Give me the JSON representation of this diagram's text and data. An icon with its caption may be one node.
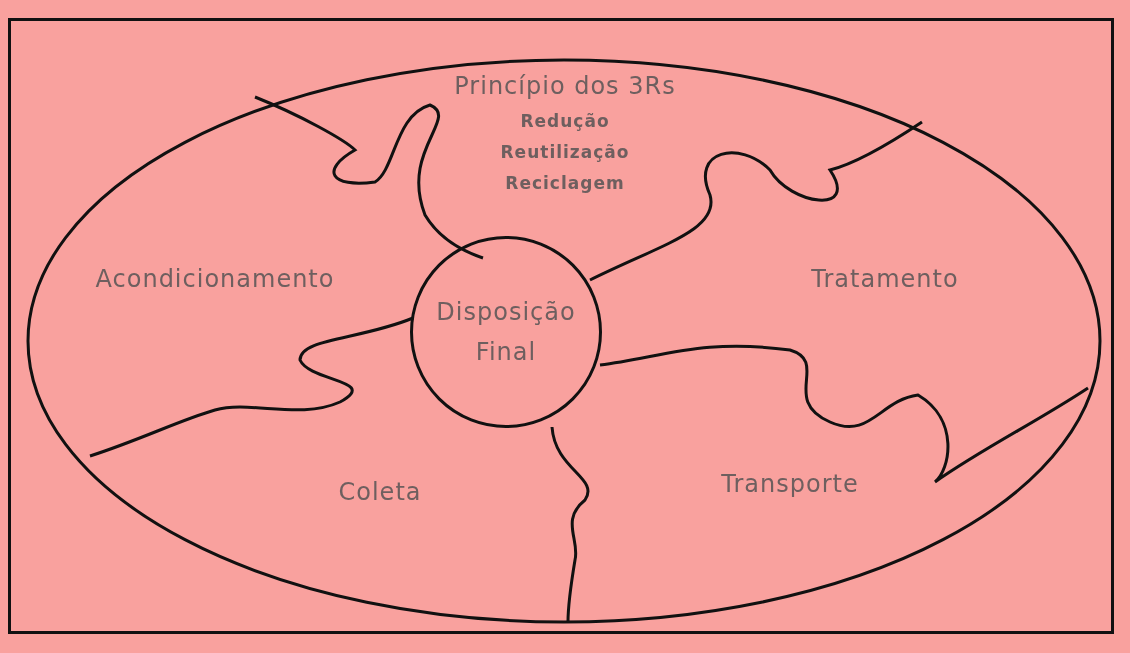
{
  "diagram": {
    "nodes": [
      {
        "text": [
          "Princípio dos 3Rs",
          "Redução",
          "Reutilização",
          "Reciclagem"
        ]
      },
      {
        "text": [
          "Acondicionamento"
        ]
      },
      {
        "text": [
          "Tratamento"
        ]
      },
      {
        "text": [
          "Disposição Final"
        ]
      },
      {
        "text": [
          "Coleta"
        ]
      },
      {
        "text": [
          "Transporte"
        ]
      }
    ]
  }
}
